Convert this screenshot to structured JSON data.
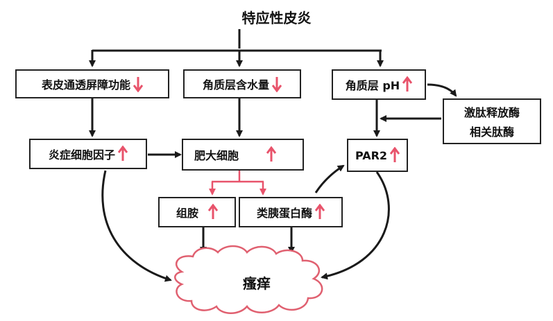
{
  "title": "特应性皮炎",
  "nodes": {
    "barrier": {
      "label": "表皮通透屏障功能",
      "trend": "down"
    },
    "hydration": {
      "label": "角质层含水量",
      "trend": "down"
    },
    "ph": {
      "label": "角质层 pH",
      "trend": "up"
    },
    "kallikrein": {
      "label_line1": "激肽释放酶",
      "label_line2": "相关肽酶"
    },
    "inflammatory": {
      "label": "炎症细胞因子",
      "trend": "up"
    },
    "mast": {
      "label": "肥大细胞",
      "trend": "up"
    },
    "par2": {
      "label": "PAR2",
      "trend": "up"
    },
    "histamine": {
      "label": "组胺",
      "trend": "up"
    },
    "tryptase": {
      "label": "类胰蛋白酶",
      "trend": "up"
    }
  },
  "outcome": {
    "label": "瘙痒"
  },
  "colors": {
    "up_arrow": "#e8536b",
    "down_arrow": "#e8536b",
    "line": "#1a1a1a",
    "cloud": "#e06070",
    "branch": "#e8536b"
  }
}
